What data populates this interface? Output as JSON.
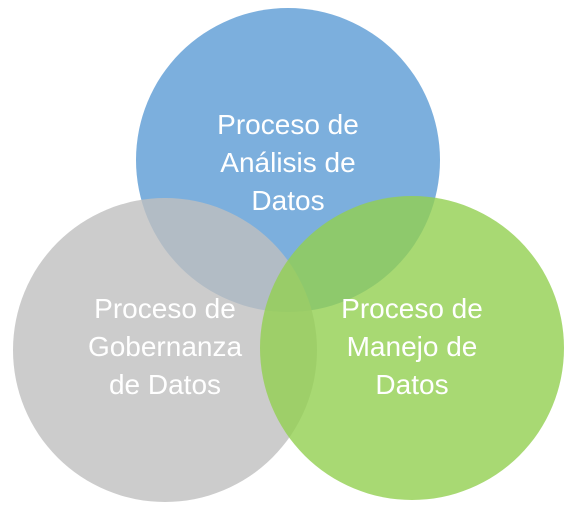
{
  "diagram": {
    "sets": [
      {
        "id": "analisis",
        "lines": [
          "Proceso de",
          "Análisis de",
          "Datos"
        ],
        "color": "#5b9bd5",
        "opacity": 0.8
      },
      {
        "id": "gobernanza",
        "lines": [
          "Proceso de",
          "Gobernanza",
          "de Datos"
        ],
        "color": "#bfbfbf",
        "opacity": 0.8
      },
      {
        "id": "manejo",
        "lines": [
          "Proceso de",
          "Manejo de",
          "Datos"
        ],
        "color": "#92d050",
        "opacity": 0.8
      }
    ]
  }
}
